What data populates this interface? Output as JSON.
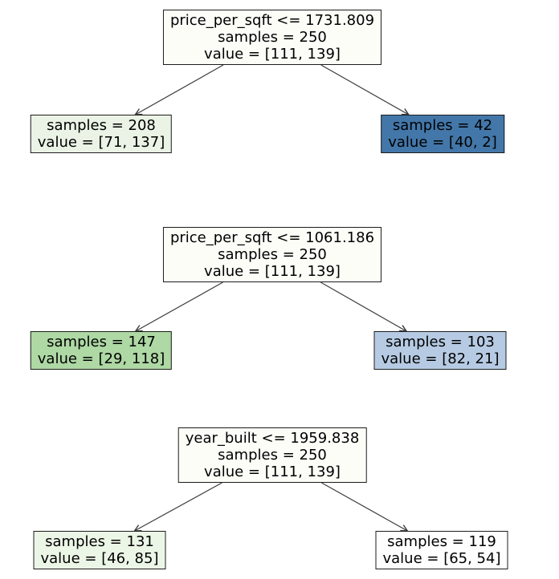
{
  "figure": {
    "kind": "decision-tree-stubs",
    "background": "#ffffff",
    "border_color": "#1c1c1c",
    "arrow_color": "#3c3c3c",
    "text_color": "#000000"
  },
  "trees": [
    {
      "root": {
        "condition": "price_per_sqft <= 1731.809",
        "samples": "samples = 250",
        "value": "value = [111, 139]",
        "fill": "#fdfdf8"
      },
      "left_leaf": {
        "samples": "samples = 208",
        "value": "value = [71, 137]",
        "fill": "#eaf3e5"
      },
      "right_leaf": {
        "samples": "samples = 42",
        "value": "value = [40, 2]",
        "fill": "#4377a9"
      }
    },
    {
      "root": {
        "condition": "price_per_sqft <= 1061.186",
        "samples": "samples = 250",
        "value": "value = [111, 139]",
        "fill": "#fdfdf8"
      },
      "left_leaf": {
        "samples": "samples = 147",
        "value": "value = [29, 118]",
        "fill": "#aed8a4"
      },
      "right_leaf": {
        "samples": "samples = 103",
        "value": "value = [82, 21]",
        "fill": "#b6cbe3"
      }
    },
    {
      "root": {
        "condition": "year_built <= 1959.838",
        "samples": "samples = 250",
        "value": "value = [111, 139]",
        "fill": "#fdfdf8"
      },
      "left_leaf": {
        "samples": "samples = 131",
        "value": "value = [46, 85]",
        "fill": "#ecf6e7"
      },
      "right_leaf": {
        "samples": "samples = 119",
        "value": "value = [65, 54]",
        "fill": "#fdfefd"
      }
    }
  ]
}
